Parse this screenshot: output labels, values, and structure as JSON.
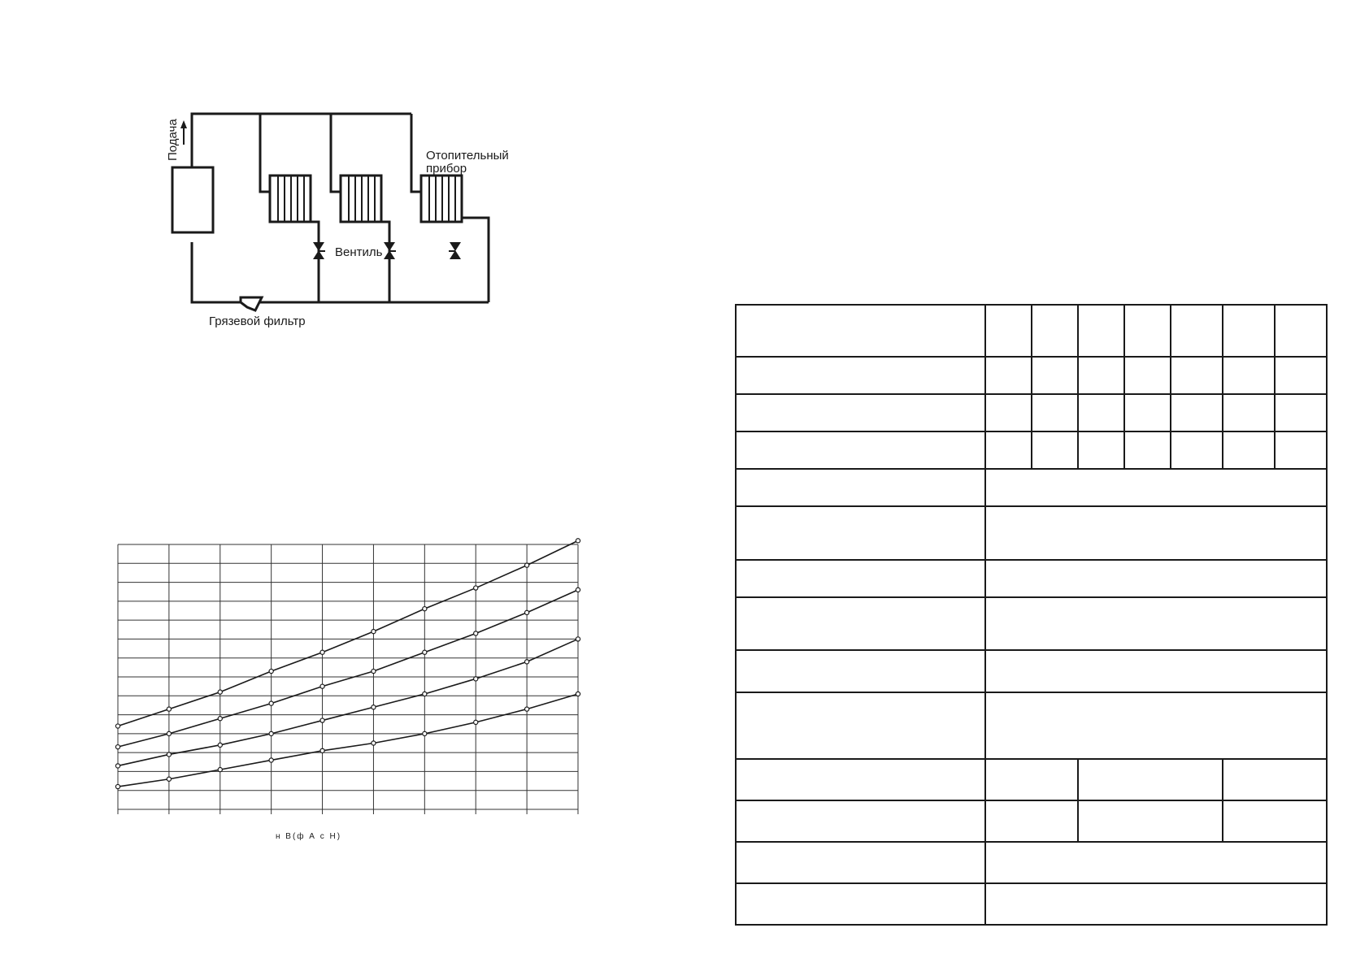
{
  "schematic": {
    "label_supply": "Подача",
    "label_heater": "Отопительный",
    "label_heater_2": "прибор",
    "label_valve": "Вентиль",
    "label_filter": "Грязевой фильтр"
  },
  "chart_data": {
    "type": "line",
    "xlabel": "н В(ф А с Н)",
    "x": [
      0,
      1,
      2,
      3,
      4,
      5,
      6,
      7,
      8,
      9
    ],
    "xlim": [
      0,
      9
    ],
    "ylim": [
      0,
      14
    ],
    "grid": true,
    "series": [
      {
        "values": [
          4.4,
          5.3,
          6.2,
          7.3,
          8.3,
          9.4,
          10.6,
          11.7,
          12.9,
          14.2
        ]
      },
      {
        "values": [
          3.3,
          4.0,
          4.8,
          5.6,
          6.5,
          7.3,
          8.3,
          9.3,
          10.4,
          11.6
        ]
      },
      {
        "values": [
          2.3,
          2.9,
          3.4,
          4.0,
          4.7,
          5.4,
          6.1,
          6.9,
          7.8,
          9.0
        ]
      },
      {
        "values": [
          1.2,
          1.6,
          2.1,
          2.6,
          3.1,
          3.5,
          4.0,
          4.6,
          5.3,
          6.1
        ]
      }
    ]
  },
  "table": {
    "rows": 14
  }
}
